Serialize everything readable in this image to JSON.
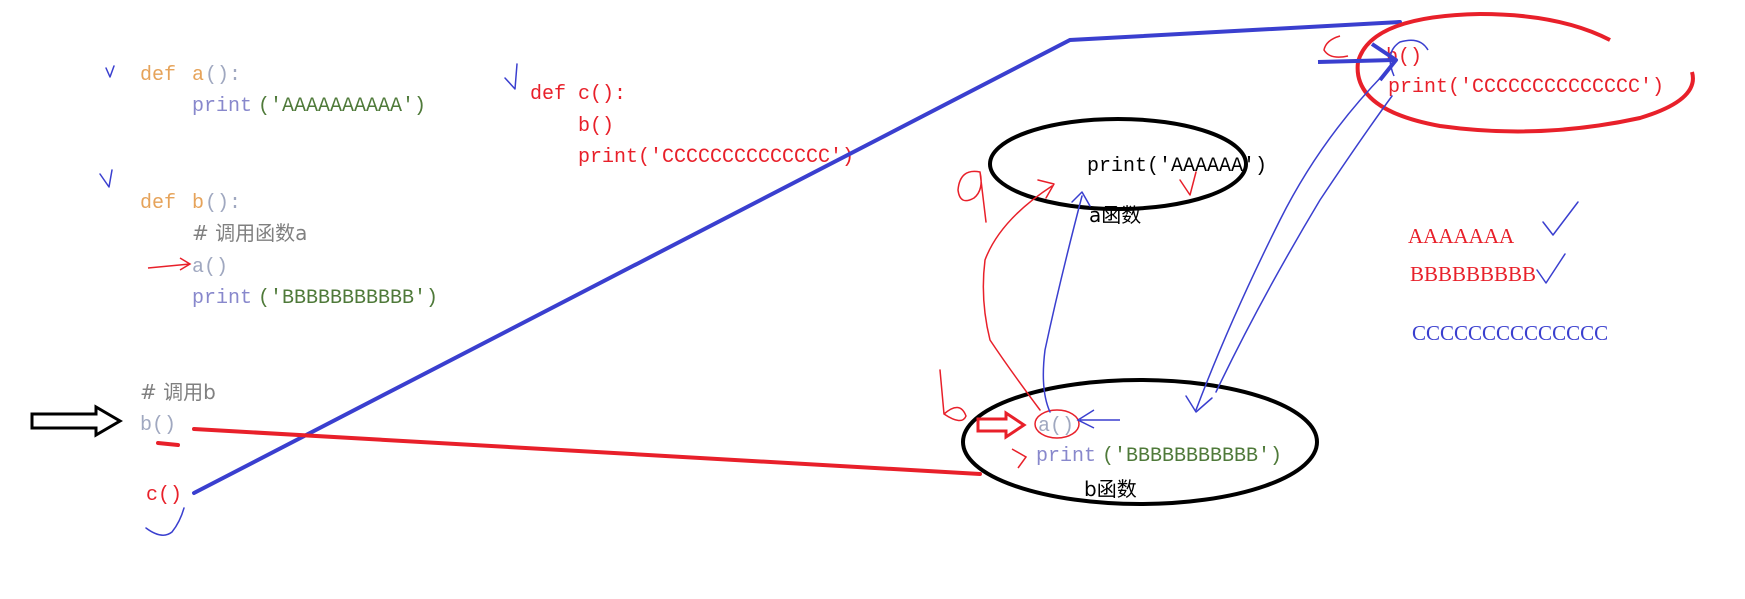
{
  "left_code": {
    "def_kw": "def",
    "func_a_name": "a",
    "func_b_name": "b",
    "parens_colon": "():",
    "print_kw": "print",
    "print_a_arg": "('AAAAAAAAAA')",
    "comment_call_a": "# 调用函数a",
    "call_a": "a()",
    "print_b_arg": "('BBBBBBBBBBB')",
    "comment_call_b": "# 调用b",
    "call_b": "b()",
    "call_c": "c()"
  },
  "func_c_code": {
    "line1": "def c():",
    "line2": "b()",
    "line3": "print('CCCCCCCCCCCCCC')"
  },
  "a_func_bubble": {
    "code": "print('AAAAAA')",
    "label": "a函数"
  },
  "b_func_bubble": {
    "call_a": "a()",
    "print_kw": "print",
    "print_arg": "('BBBBBBBBBBB')",
    "label": "b函数"
  },
  "c_func_bubble": {
    "call_b": "b()",
    "print_line": "print('CCCCCCCCCCCCCC')"
  },
  "output": {
    "line1": "AAAAAAA",
    "line2": "BBBBBBBBB",
    "line3": "CCCCCCCCCCCCCC"
  },
  "colors": {
    "keyword_orange": "#e6a35a",
    "print_purple": "#8888cc",
    "string_green": "#4f7a3a",
    "comment_gray": "#808080",
    "call_gray": "#a0a8c0",
    "ink_red": "#e8202a",
    "ink_blue": "#3a3fcf",
    "ink_black": "#000000"
  }
}
